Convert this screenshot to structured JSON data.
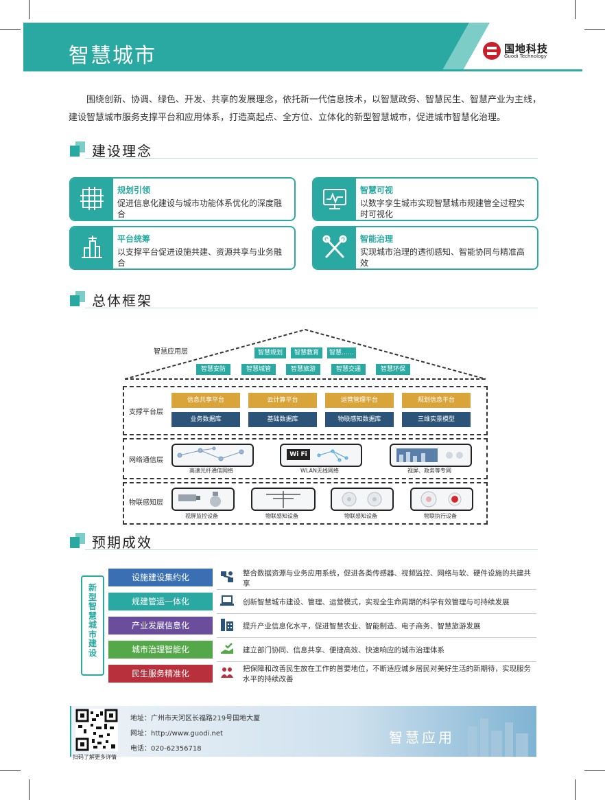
{
  "header": {
    "title": "智慧城市",
    "logo_name": "国地科技",
    "logo_sub": "Guodi Technology"
  },
  "intro": "围绕创新、协调、绿色、开发、共享的发展理念，依托新一代信息技术，以智慧政务、智慧民生、智慧产业为主线，建设智慧城市服务支撑平台和应用体系，打造高起点、全方位、立体化的新型智慧城市，促进城市智慧化治理。",
  "sections": {
    "concept": "建设理念",
    "framework": "总体框架",
    "outcomes": "预期成效"
  },
  "concepts": [
    {
      "title": "规划引领",
      "desc": "促进信息化建设与城市功能体系优化的深度融合",
      "icon": "grid-icon"
    },
    {
      "title": "智慧可视",
      "desc": "以数字孪生城市实现智慧城市规建管全过程实时可视化",
      "icon": "monitor-icon"
    },
    {
      "title": "平台统筹",
      "desc": "以支撑平台促进设施共建、资源共享与业务融合",
      "icon": "building-icon"
    },
    {
      "title": "智能治理",
      "desc": "实现城市治理的透彻感知、智能协同与精准高效",
      "icon": "tools-icon"
    }
  ],
  "framework": {
    "app_layer": "智慧应用层",
    "apps_top": [
      "智慧规划",
      "智慧教育",
      "智慧……"
    ],
    "apps_bottom": [
      "智慧安防",
      "智慧城管",
      "智慧旅游",
      "智慧交通",
      "智慧环保"
    ],
    "support_layer": "支撑平台层",
    "platforms": [
      "信息共享平台",
      "云计算平台",
      "运营管理平台",
      "规划信息平台"
    ],
    "databases": [
      "业务数据库",
      "基础数据库",
      "物联感知数据库",
      "三维实景模型"
    ],
    "network_layer": "网络通信层",
    "networks": [
      "高速光纤通信网络",
      "WLAN无线网络",
      "视屏、政务等专网"
    ],
    "wifi_label": "Wi Fi",
    "iot_layer": "物联感知层",
    "devices": [
      "视屏监控设备",
      "物联感知设备",
      "物联感知设备",
      "物联执行设备"
    ]
  },
  "outcomes": {
    "vertical": "新型智慧城市建设",
    "items": [
      {
        "label": "设施建设集约化",
        "color": "#3a6fb3",
        "icon": "network-icon",
        "text": "整合数据资源与业务应用系统，促进各类传感器、视频监控、网络与软、硬件设施的共建共享"
      },
      {
        "label": "规建管运一体化",
        "color": "#2aa9a2",
        "icon": "laptop-icon",
        "text": "创新智慧城市建设、管理、运营模式，实现全生命周期的科学有效管理与可持续发展"
      },
      {
        "label": "产业发展信息化",
        "color": "#6a4e9c",
        "icon": "factory-icon",
        "text": "提升产业信息化水平，促进智慧农业、智能制造、电子商务、智慧旅游发展"
      },
      {
        "label": "城市治理智能化",
        "color": "#55a84a",
        "icon": "hand-check-icon",
        "text": "建立部门协同、信息共享、便捷高效、快速响应的城市治理体系"
      },
      {
        "label": "民生服务精准化",
        "color": "#b8303c",
        "icon": "people-icon",
        "text": "把保障和改善民生放在工作的首要地位，不断适应城乡居民对美好生活的新期待，实现服务水平的持续改善"
      }
    ]
  },
  "footer": {
    "address": "地址：广州市天河区长福路219号国地大厦",
    "website": "网址：http://www.guodi.net",
    "phone": "电话：020-62356718",
    "slogan": "智慧应用",
    "qr_caption": "扫码了解更多详情"
  },
  "colors": {
    "teal": "#2aa9a2",
    "gold": "#d9a43a",
    "navy": "#2c5478"
  }
}
